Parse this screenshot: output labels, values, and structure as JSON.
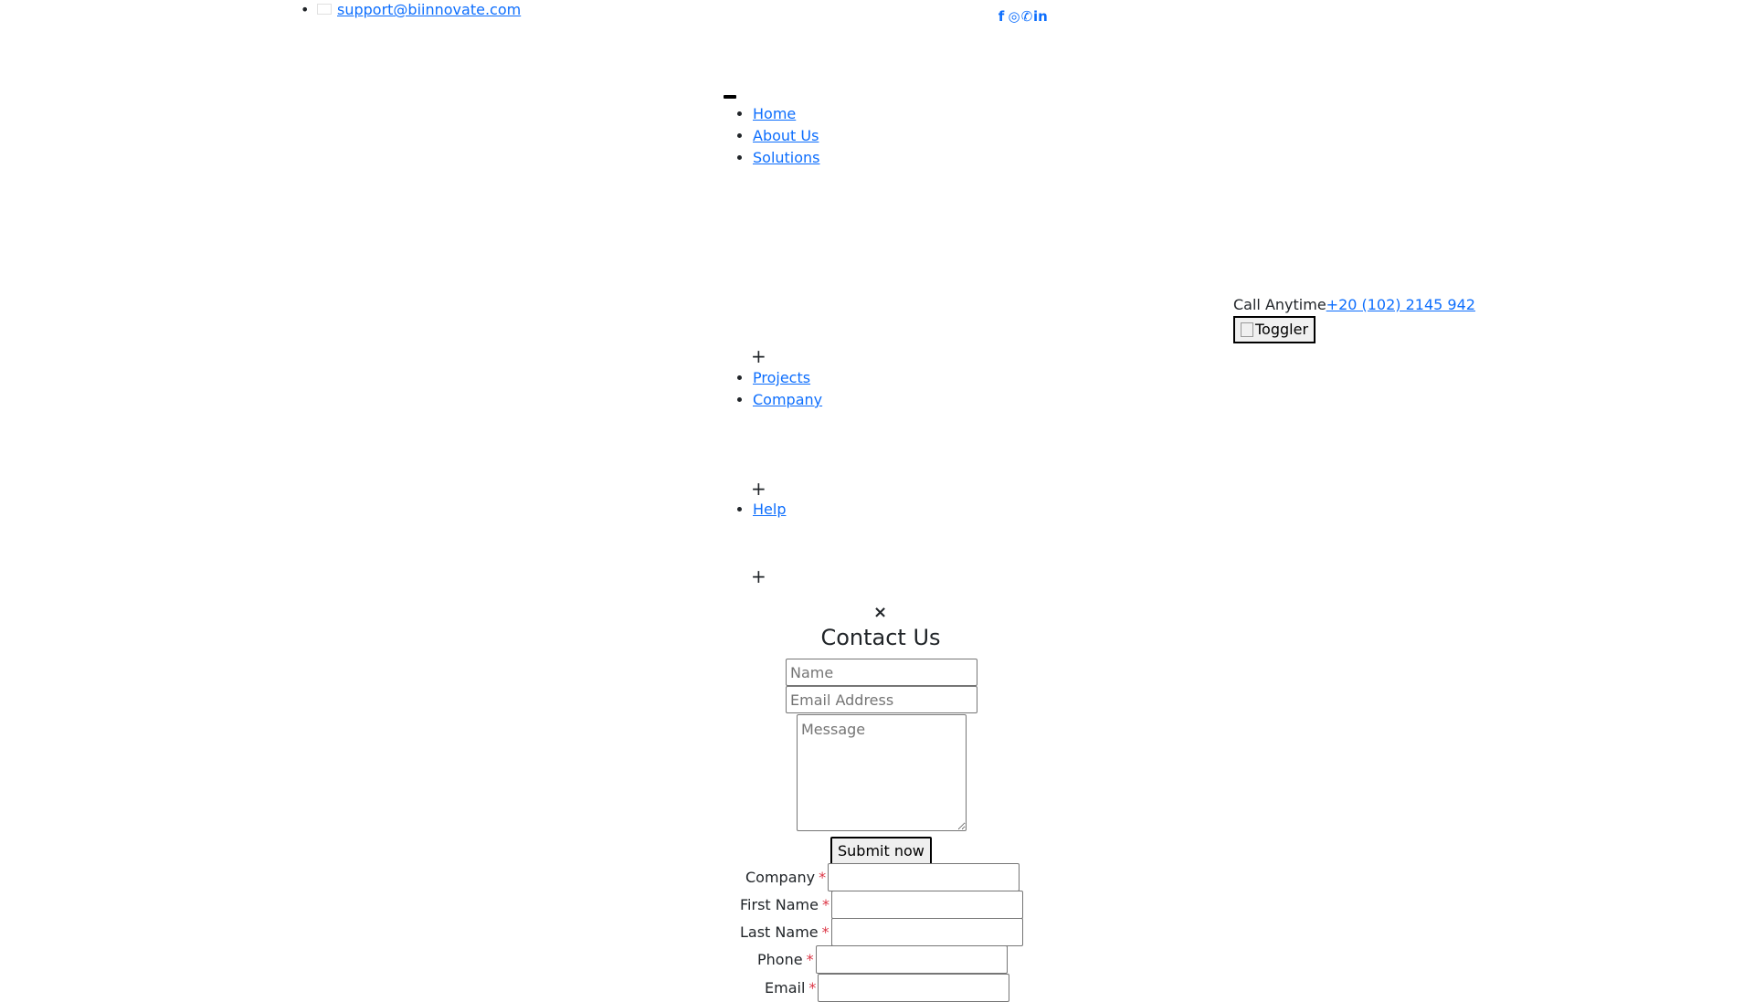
{
  "topbar": {
    "email": "support@biinnovate.com",
    "social": [
      {
        "icon": "facebook-icon",
        "glyph": "f"
      },
      {
        "icon": "instagram-icon",
        "glyph": "◎"
      },
      {
        "icon": "whatsapp-icon",
        "glyph": "✆"
      },
      {
        "icon": "linkedin-icon",
        "glyph": "in"
      }
    ]
  },
  "nav": {
    "group_a": [
      "Home",
      "About Us",
      "Solutions"
    ],
    "group_b": [
      "Projects",
      "Company"
    ],
    "group_c": [
      "Help"
    ],
    "expand_glyph": "+"
  },
  "header": {
    "call_label": "Call Anytime",
    "phone": "+20 (102) 2145 942",
    "toggler_alt": "Toggler"
  },
  "contact_modal": {
    "close_glyph": "×",
    "title": "Contact Us",
    "name_placeholder": "Name",
    "email_placeholder": "Email Address",
    "message_placeholder": "Message",
    "submit_label": "Submit now"
  },
  "lead_form": {
    "required_mark": "*",
    "fields": [
      "Company",
      "First Name",
      "Last Name",
      "Phone",
      "Email"
    ]
  }
}
